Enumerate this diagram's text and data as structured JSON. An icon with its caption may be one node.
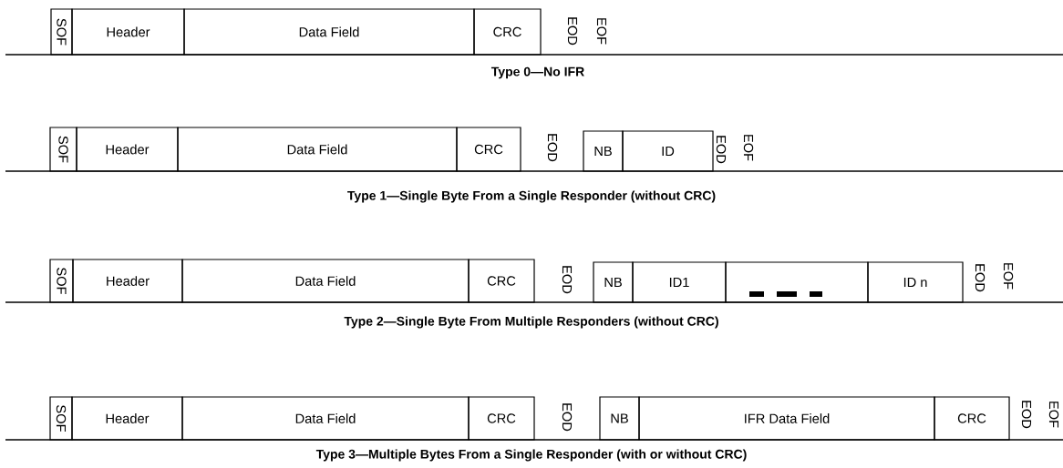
{
  "diagram": {
    "nodes": [
      {
        "text": [
          "SOF"
        ]
      },
      {
        "text": [
          "Header"
        ]
      },
      {
        "text": [
          "Data Field"
        ]
      },
      {
        "text": [
          "CRC"
        ]
      },
      {
        "text": [
          "SOF"
        ]
      },
      {
        "text": [
          "Header"
        ]
      },
      {
        "text": [
          "Data Field"
        ]
      },
      {
        "text": [
          "CRC"
        ]
      },
      {
        "text": [
          "NB"
        ]
      },
      {
        "text": [
          "ID"
        ]
      },
      {
        "text": [
          "SOF"
        ]
      },
      {
        "text": [
          "Header"
        ]
      },
      {
        "text": [
          "Data Field"
        ]
      },
      {
        "text": [
          "CRC"
        ]
      },
      {
        "text": [
          "NB"
        ]
      },
      {
        "text": [
          "ID1"
        ]
      },
      {
        "text": [],
        "shape": "box"
      },
      {
        "text": [
          "ID n"
        ]
      },
      {
        "text": [
          "SOF"
        ]
      },
      {
        "text": [
          "Header"
        ]
      },
      {
        "text": [
          "Data Field"
        ]
      },
      {
        "text": [
          "CRC"
        ]
      },
      {
        "text": [
          "NB"
        ]
      },
      {
        "text": [
          "IFR Data Field"
        ]
      },
      {
        "text": [
          "CRC"
        ]
      }
    ],
    "edges": [],
    "labels": [
      "EOD",
      "EOF",
      "Type 0—No IFR",
      "EOD",
      "EOD",
      "EOF",
      "Type 1—Single Byte From a Single Responder (without CRC)",
      "EOD",
      "EOD",
      "EOF",
      "Type 2—Single Byte From Multiple Responders (without CRC)",
      "EOD",
      "EOD",
      "EOF",
      "Type 3—Multiple Bytes From a Single Responder (with or without CRC)"
    ]
  }
}
